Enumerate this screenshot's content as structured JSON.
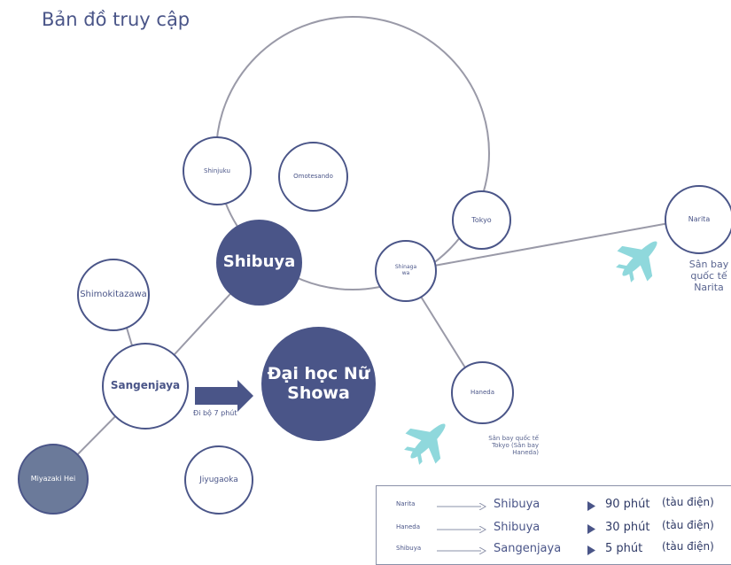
{
  "title": "Bản đồ truy cập",
  "stations": {
    "shinjuku": "Shinjuku",
    "omotesando": "Omotesando",
    "shibuya": "Shibuya",
    "tokyo": "Tokyo",
    "narita": "Narita",
    "shimokitazawa": "Shimokitazawa",
    "shinagawa": "Shinaga\nwa",
    "sangenjaya": "Sangenjaya",
    "university": "Đại học Nữ\nShowa",
    "haneda": "Haneda",
    "miyazaki": "Miyazaki Hei",
    "jiyugaoka": "Jiyugaoka"
  },
  "captions": {
    "narita_airport": "Sân bay\nquốc tế\nNarita",
    "haneda_airport": "Sân bay quốc tế\nTokyo (Sân bay\nHaneda)",
    "walk": "Đi bộ 7 phút"
  },
  "legend": [
    {
      "from": "Narita",
      "to": "Shibuya",
      "time": "90 phút",
      "mode": "(tàu điện)"
    },
    {
      "from": "Haneda",
      "to": "Shibuya",
      "time": "30 phút",
      "mode": "(tàu điện)"
    },
    {
      "from": "Shibuya",
      "to": "Sangenjaya",
      "time": "5 phút",
      "mode": "(tàu điện)"
    }
  ],
  "colors": {
    "primary": "#4a5588",
    "line": "#9a9aa8",
    "plane": "#8fd8dc",
    "grey_node": "#6b7a9a"
  },
  "icons": [
    "plane-icon",
    "arrow-right-icon",
    "triangle-bullet-icon"
  ]
}
